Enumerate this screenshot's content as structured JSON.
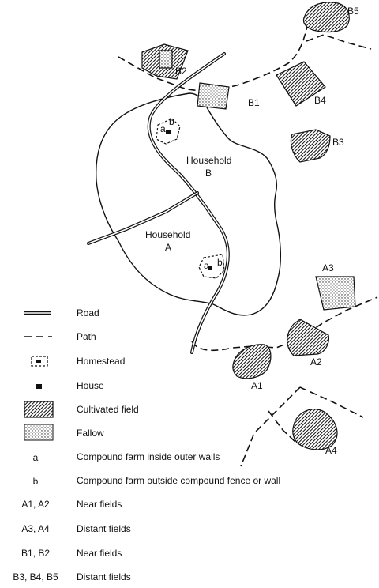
{
  "map": {
    "labels": {
      "b5": "B5",
      "b2": "B2",
      "b1": "B1",
      "b4": "B4",
      "b3": "B3",
      "a3": "A3",
      "a2": "A2",
      "a1": "A1",
      "a4": "A4",
      "household_b_line1": "Household",
      "household_b_line2": "B",
      "household_a_line1": "Household",
      "household_a_line2": "A",
      "homestead_b_a": "a",
      "homestead_b_b": "b",
      "homestead_a_a": "a",
      "homestead_a_b": "b"
    }
  },
  "legend": {
    "items": [
      {
        "key": "",
        "symbol": "road",
        "label": "Road"
      },
      {
        "key": "",
        "symbol": "path",
        "label": "Path"
      },
      {
        "key": "",
        "symbol": "homestead",
        "label": "Homestead"
      },
      {
        "key": "",
        "symbol": "house",
        "label": "House"
      },
      {
        "key": "",
        "symbol": "cultivated-field",
        "label": "Cultivated field"
      },
      {
        "key": "",
        "symbol": "fallow",
        "label": "Fallow"
      },
      {
        "key": "a",
        "symbol": "",
        "label": "Compound farm inside outer walls"
      },
      {
        "key": "b",
        "symbol": "",
        "label": "Compound farm outside compound fence or wall"
      },
      {
        "key": "A1, A2",
        "symbol": "",
        "label": "Near fields"
      },
      {
        "key": "A3, A4",
        "symbol": "",
        "label": "Distant fields"
      },
      {
        "key": "B1, B2",
        "symbol": "",
        "label": "Near fields"
      },
      {
        "key": "B3, B4, B5",
        "symbol": "",
        "label": "Distant fields"
      }
    ]
  }
}
